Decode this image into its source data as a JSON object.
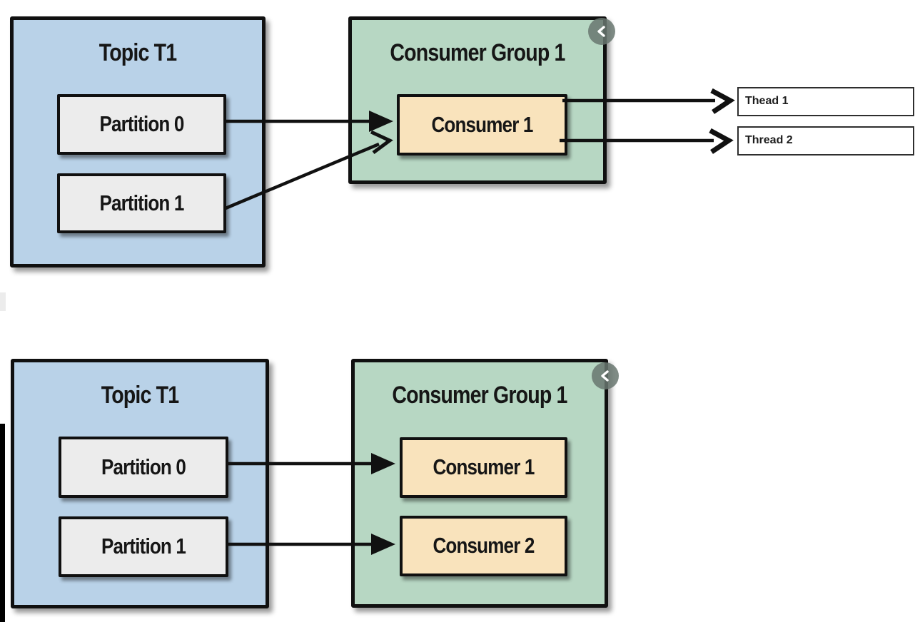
{
  "colors": {
    "topic_fill": "#b9d2e8",
    "group_fill": "#b7d7c3",
    "partition_fill": "#ececec",
    "consumer_fill": "#f9e3bc",
    "line": "#111111",
    "thread_border": "#2e2e2e",
    "badge_fill": "rgba(104,119,112,0.85)",
    "edge_bar": "#000000"
  },
  "figure1": {
    "topic": {
      "title": "Topic T1",
      "partitions": [
        {
          "label": "Partition 0"
        },
        {
          "label": "Partition 1"
        }
      ]
    },
    "consumer_group": {
      "title": "Consumer Group 1",
      "consumers": [
        {
          "label": "Consumer 1"
        }
      ],
      "badge_icon": "chevron-left"
    },
    "threads": [
      {
        "label": "Thead 1"
      },
      {
        "label": "Thread 2"
      }
    ]
  },
  "figure2": {
    "topic": {
      "title": "Topic T1",
      "partitions": [
        {
          "label": "Partition 0"
        },
        {
          "label": "Partition 1"
        }
      ]
    },
    "consumer_group": {
      "title": "Consumer Group 1",
      "consumers": [
        {
          "label": "Consumer 1"
        },
        {
          "label": "Consumer 2"
        }
      ],
      "badge_icon": "chevron-left"
    }
  }
}
